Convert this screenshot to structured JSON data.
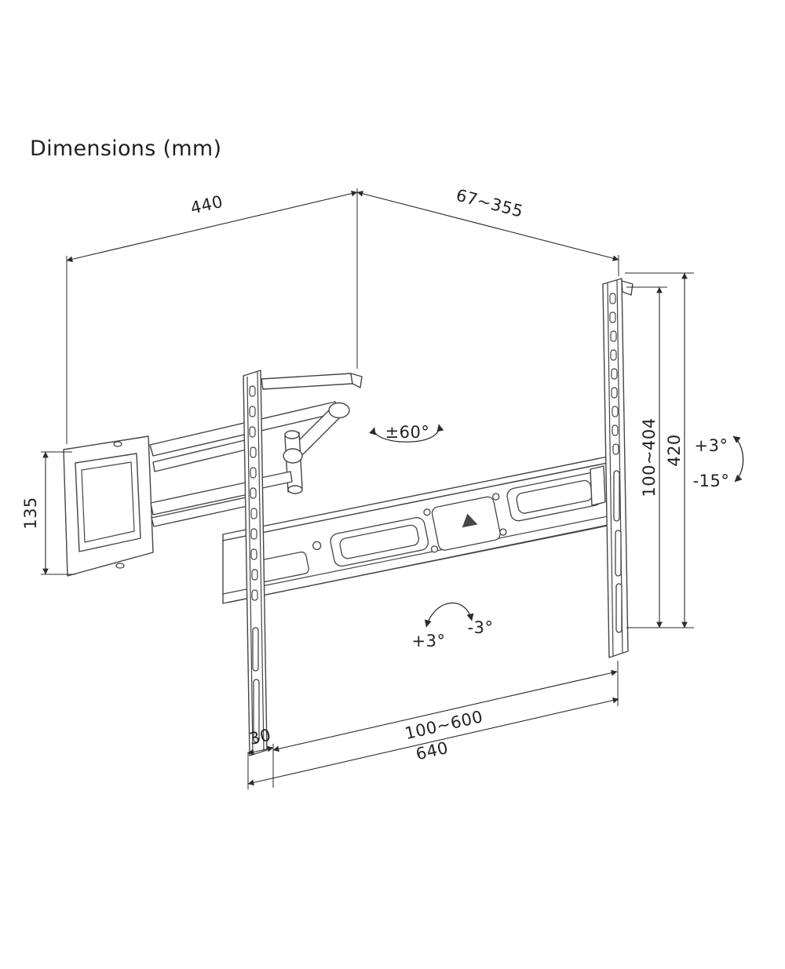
{
  "title": "Dimensions (mm)",
  "labels": {
    "wall_plate_width": "440",
    "extension_range": "67~355",
    "wall_plate_height": "135",
    "vesa_vertical_range": "100~404",
    "bracket_height": "420",
    "tilt_up": "+3°",
    "tilt_down": "-15°",
    "swivel_range": "±60°",
    "level_plus": "+3°",
    "level_minus": "-3°",
    "vesa_horizontal_range": "100~600",
    "bracket_width": "640",
    "edge_offset": "30"
  },
  "colors": {
    "line": "#45454a",
    "dimension": "#2b2b30",
    "text": "#232327",
    "background": "#ffffff"
  }
}
